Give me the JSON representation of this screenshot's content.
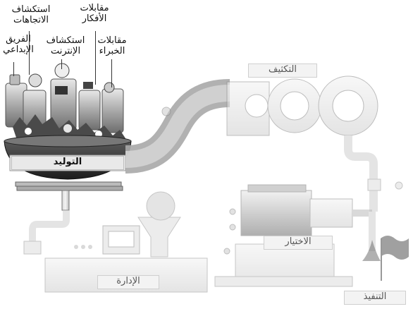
{
  "labels": {
    "trend_exploration": "استكشاف\nالاتجاهات",
    "idea_interviews": "مقابلات\nالأفكار",
    "creative_team": "الفريق\nالإبداعي",
    "internet_exploration": "استكشاف\nالإنترنت",
    "expert_interviews": "مقابلات\nالخبراء"
  },
  "stages": {
    "generation": "التوليد",
    "condensing": "التكثيف",
    "selection": "الاختيار",
    "management": "الإدارة",
    "execution": "التنفيذ"
  }
}
